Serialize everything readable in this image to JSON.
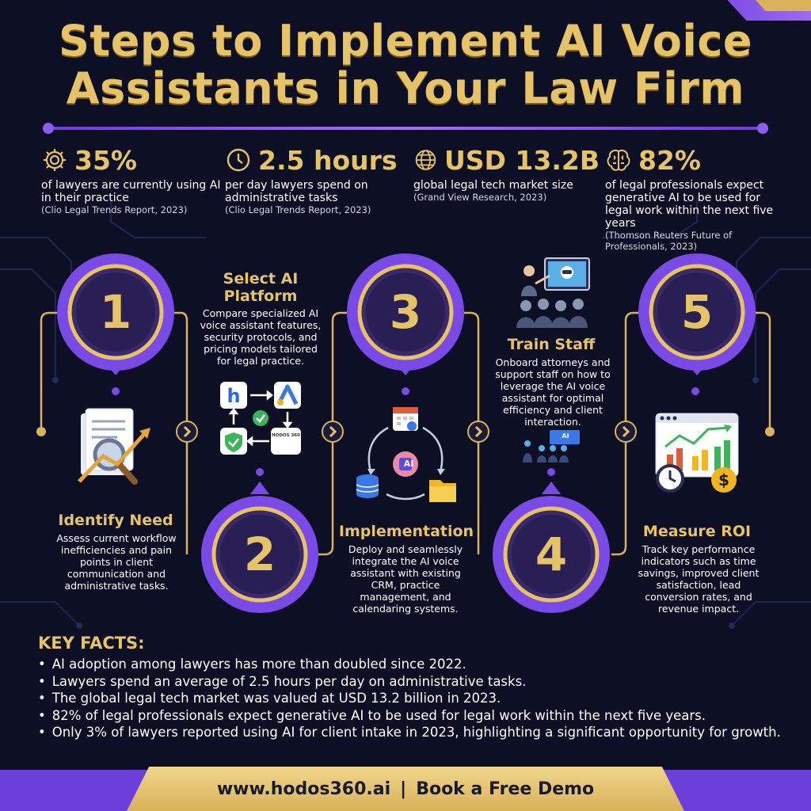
{
  "title": {
    "line1": "Steps to Implement AI Voice",
    "line2": "Assistants in Your Law Firm"
  },
  "stats": [
    {
      "icon": "gear-icon",
      "value": "35%",
      "desc": "of lawyers are currently using AI in their practice",
      "source": "(Clio Legal Trends Report, 2023)"
    },
    {
      "icon": "clock-icon",
      "value": "2.5 hours",
      "desc": "per day lawyers spend on administrative tasks",
      "source": "(Clio Legal Trends Report, 2023)"
    },
    {
      "icon": "globe-icon",
      "value": "USD 13.2B",
      "desc": "global legal tech market size",
      "source": "(Grand View Research, 2023)"
    },
    {
      "icon": "brain-icon",
      "value": "82%",
      "desc": "of legal professionals expect generative AI to be used for legal work within the next five years",
      "source": "(Thomson Reuters Future of Professionals, 2023)"
    }
  ],
  "steps": [
    {
      "number": "1",
      "title": "Identify Need",
      "desc": "Assess current workflow inefficiencies and pain points in client communication and administrative tasks."
    },
    {
      "number": "2",
      "title": "Select AI Platform",
      "desc": "Compare specialized AI voice assistant features, security protocols, and pricing models tailored for legal practice."
    },
    {
      "number": "3",
      "title": "Implementation",
      "desc": "Deploy and seamlessly integrate the AI voice assistant with existing CRM, practice management, and calendaring systems."
    },
    {
      "number": "4",
      "title": "Train Staff",
      "desc": "Onboard attorneys and support staff on how to leverage the AI voice assistant for optimal efficiency and client interaction."
    },
    {
      "number": "5",
      "title": "Measure ROI",
      "desc": "Track key performance indicators such as time savings, improved client satisfaction, lead conversion rates, and revenue impact."
    }
  ],
  "illustration_labels": {
    "hodos_badge": "HODOS 360",
    "ai_chip": "AI",
    "ai_screen": "AI"
  },
  "key_facts": {
    "title": "KEY FACTS:",
    "items": [
      "AI adoption among lawyers has more than doubled since 2022.",
      "Lawyers spend an average of 2.5 hours per day on administrative tasks.",
      "The global legal tech market was valued at USD 13.2 billion in 2023.",
      "82% of legal professionals expect generative AI to be used for legal work within the next five years.",
      "Only 3% of lawyers reported using AI for client intake in 2023, highlighting a significant opportunity for growth."
    ]
  },
  "footer": {
    "website": "www.hodos360.ai",
    "separator": "|",
    "cta": "Book a Free Demo"
  },
  "colors": {
    "background": "#0d0f24",
    "gold": "#e6c367",
    "purple": "#7a4ae6",
    "footer_gold": "#d9b25a"
  }
}
